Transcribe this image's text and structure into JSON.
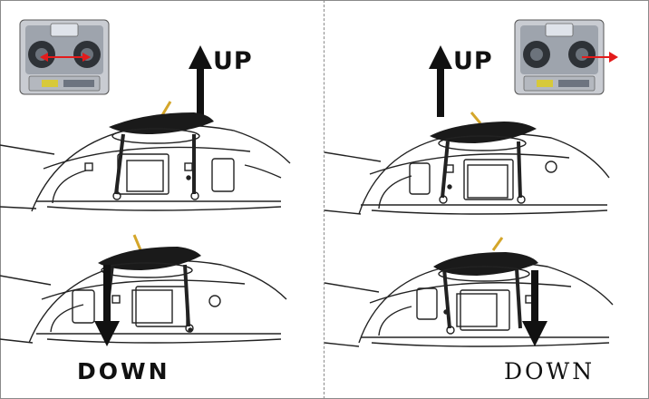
{
  "labels": {
    "up_left": "UP",
    "up_right": "UP",
    "down_left": "DOWN",
    "down_right": "DOWN"
  },
  "colors": {
    "arrow": "#111111",
    "stick_arrow": "#e31b1b",
    "rotor": "#1a1a1a",
    "antenna": "#d4a62a",
    "outline": "#222222"
  }
}
